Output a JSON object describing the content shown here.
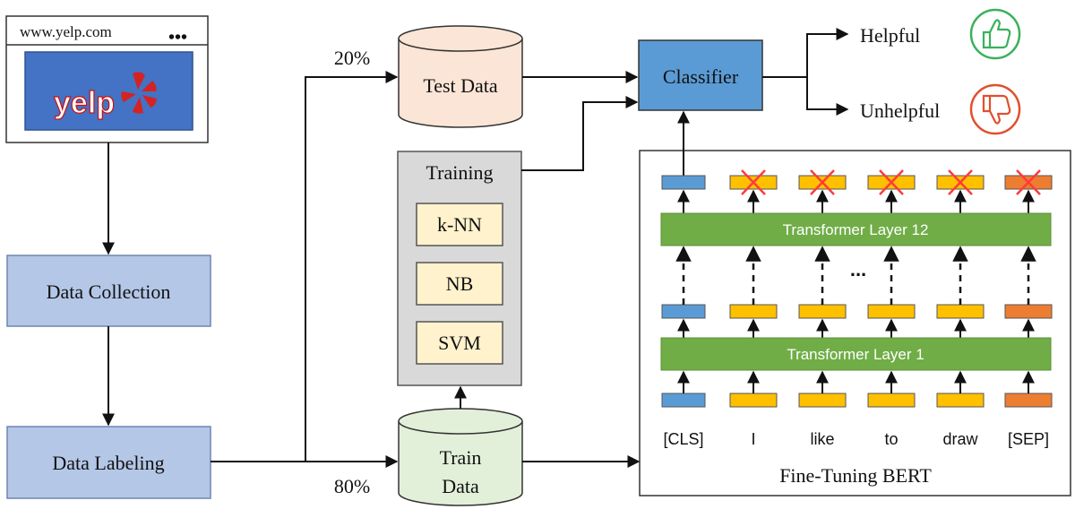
{
  "browser": {
    "url": "www.yelp.com",
    "menu_dots": "•••",
    "logo_text": "yelp"
  },
  "pipeline": {
    "data_collection": "Data Collection",
    "data_labeling": "Data Labeling",
    "test_pct": "20%",
    "train_pct": "80%",
    "test_data": "Test Data",
    "train_data_line1": "Train",
    "train_data_line2": "Data"
  },
  "training": {
    "title": "Training",
    "models": [
      "k-NN",
      "NB",
      "SVM"
    ]
  },
  "classifier": {
    "label": "Classifier",
    "outputs": [
      "Helpful",
      "Unhelpful"
    ]
  },
  "bert": {
    "title": "Fine-Tuning BERT",
    "layer_top": "Transformer Layer 12",
    "layer_bottom": "Transformer Layer 1",
    "ellipsis": "...",
    "tokens": [
      "[CLS]",
      "I",
      "like",
      "to",
      "draw",
      "[SEP]"
    ]
  },
  "colors": {
    "box_blue": "#b4c7e7",
    "classifier_blue": "#5b9bd5",
    "test_cyl": "#fbe5d6",
    "train_cyl": "#e2f0d9",
    "training_gray": "#d9d9d9",
    "model_yellow": "#fff2cc",
    "layer_green": "#70ad47",
    "token_cls": "#5b9bd5",
    "token_word": "#ffc000",
    "token_sep": "#ed7d31",
    "yelp_blue": "#4472c4",
    "helpful_green": "#3ab15b",
    "unhelpful_red": "#e0502d",
    "cross_red": "#ff3b3b"
  },
  "icons": {
    "thumbs_up": "thumbs-up-icon",
    "thumbs_down": "thumbs-down-icon",
    "yelp_burst": "yelp-burst-icon",
    "cross": "cross-icon"
  }
}
